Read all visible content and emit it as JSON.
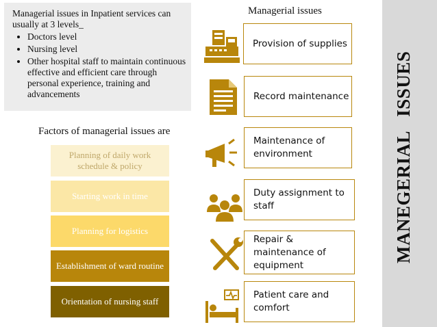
{
  "intro": {
    "text": "Managerial issues in Inpatient services can usually at 3 levels_",
    "bullets": [
      "Doctors level",
      "Nursing level",
      "Other hospital staff to maintain continuous effective and efficient care through personal experience, training and advancements"
    ]
  },
  "factors": {
    "title": "Factors of managerial issues are",
    "items": [
      "Planning of daily work schedule & policy",
      "Starting work in time",
      "Planning for logistics",
      "Establishment of ward routine",
      "Orientation of nursing staff"
    ]
  },
  "issues": {
    "title": "Managerial issues",
    "items": [
      {
        "label": "Provision of supplies",
        "icon": "cash-register-icon"
      },
      {
        "label": "Record maintenance",
        "icon": "document-icon"
      },
      {
        "label": "Maintenance of environment",
        "icon": "megaphone-icon"
      },
      {
        "label": "Duty assignment to staff",
        "icon": "staff-group-icon"
      },
      {
        "label": "Repair & maintenance of equipment",
        "icon": "tools-icon"
      },
      {
        "label": "Patient care and comfort",
        "icon": "hospital-bed-icon"
      }
    ]
  },
  "vertical_title": "MANEGERIAL   ISSUES",
  "colors": {
    "gold": "#b8860b",
    "factor_fills": [
      "#fbf1d0",
      "#fbe7a6",
      "#fcd96a",
      "#b8860b",
      "#7f6000"
    ],
    "factor_text": [
      "#bfa76a",
      "#ffffff",
      "#ffffff",
      "#ffffff",
      "#ffffff"
    ],
    "side_band": "#d9d9d9"
  }
}
